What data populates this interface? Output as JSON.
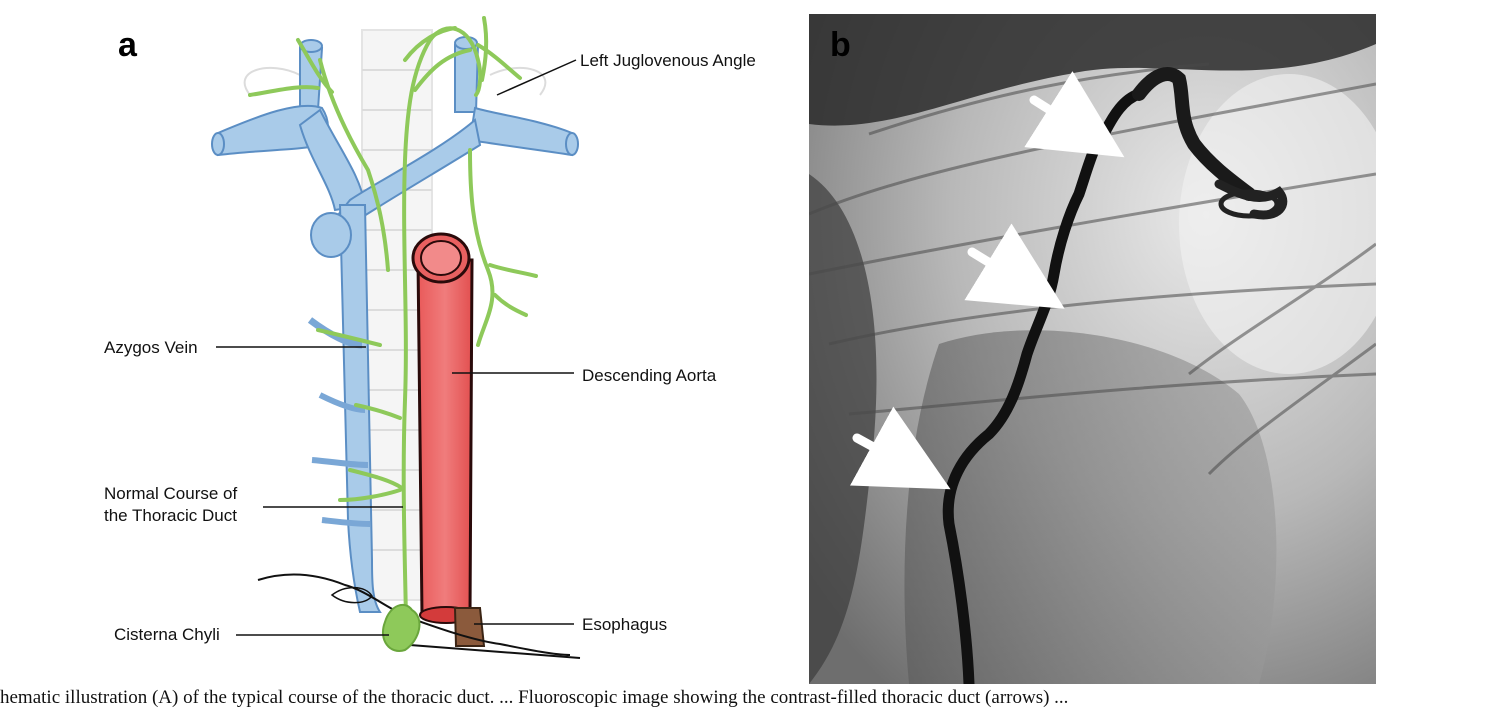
{
  "panels": {
    "a": {
      "letter": "a"
    },
    "b": {
      "letter": "b"
    }
  },
  "labels": {
    "left_juglovenous_angle": "Left Juglovenous Angle",
    "azygos_vein": "Azygos Vein",
    "descending_aorta": "Descending Aorta",
    "normal_course_line1": "Normal Course of",
    "normal_course_line2": "the Thoracic Duct",
    "cisterna_chyli": "Cisterna Chyli",
    "esophagus": "Esophagus"
  },
  "caption": "hematic illustration (A) of the typical course of the thoracic duct. ... Fluoroscopic image showing the contrast-filled thoracic duct (arrows) ...",
  "colors": {
    "vein": "#a9cbe9",
    "vein_stroke": "#5b8ec4",
    "aorta": "#ee6e6e",
    "lymph": "#8ec95a",
    "esophagus": "#8b5a3c"
  },
  "icons": [
    "arrow-icon",
    "arrow-icon",
    "arrow-icon"
  ]
}
